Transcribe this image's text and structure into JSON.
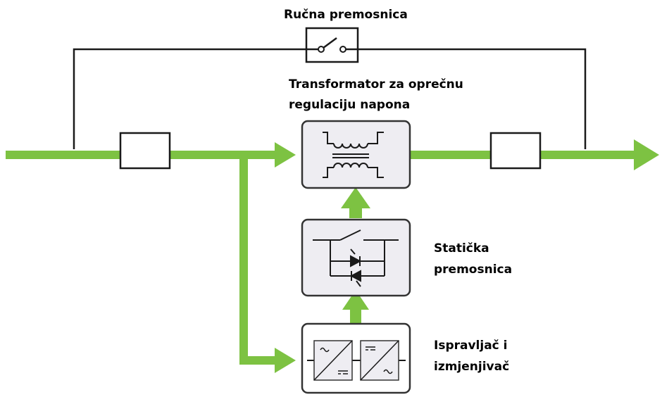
{
  "labels": {
    "manual_bypass": "Ručna premosnica",
    "transformer_line1": "Transformator za oprečnu",
    "transformer_line2": "regulaciju napona",
    "static_bypass_line1": "Statička",
    "static_bypass_line2": "premosnica",
    "rectifier_line1": "Ispravljač i",
    "rectifier_line2": "izmjenjivač"
  },
  "colors": {
    "power_flow": "#7DC242",
    "line": "#1a1a1a",
    "block_fill": "#EEEDF2",
    "block_border": "#333333"
  },
  "icons": {
    "manual_bypass": "switch-icon",
    "transformer": "transformer-icon",
    "static_bypass": "thyristor-switch-icon",
    "rectifier": "ac-dc-converter-icon",
    "inverter": "dc-ac-converter-icon"
  }
}
